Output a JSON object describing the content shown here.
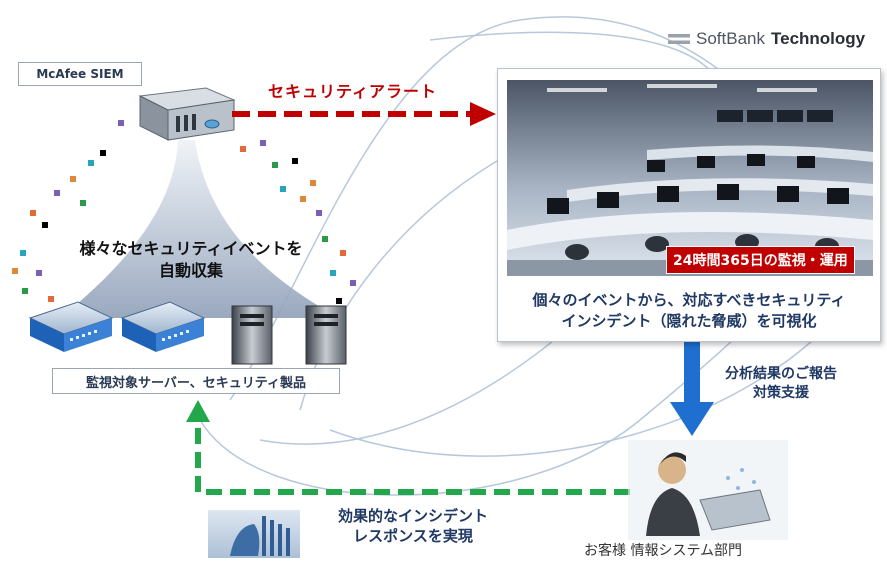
{
  "siem_label": "McAfee SIEM",
  "alert_label": "セキュリティアラート",
  "collect_label_line1": "様々なセキュリティイベントを",
  "collect_label_line2": "自動収集",
  "monitored_label": "監視対象サーバー、セキュリティ製品",
  "brand_name_part1": "SoftBank",
  "brand_name_part2": "Technology",
  "soc_badge": "24時間365日の監視・運用",
  "soc_description_line1": "個々のイベントから、対応すべきセキュリティ",
  "soc_description_line2": "インシデント（隠れた脅威）を可視化",
  "report_line1": "分析結果のご報告",
  "report_line2": "対策支援",
  "customer_label": "お客様 情報システム部門",
  "response_line1": "効果的なインシデント",
  "response_line2": "レスポンスを実現",
  "colors": {
    "alert_red": "#c00000",
    "response_green": "#22a84a",
    "report_blue": "#1f6fd1",
    "text_navy": "#1f3864"
  }
}
